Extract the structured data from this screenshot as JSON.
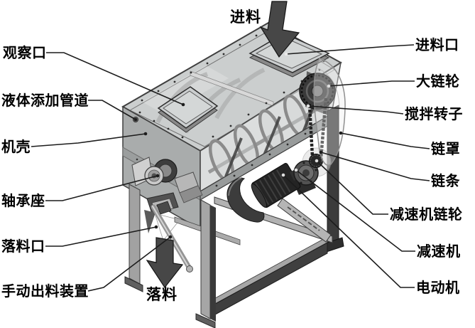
{
  "callouts": {
    "left": [
      {
        "text": "观察口"
      },
      {
        "text": "液体添加管道"
      },
      {
        "text": "机壳"
      },
      {
        "text": "轴承座"
      },
      {
        "text": "落料口"
      },
      {
        "text": "手动出料装置"
      }
    ],
    "right": [
      {
        "text": "进料口"
      },
      {
        "text": "大链轮"
      },
      {
        "text": "搅拌转子"
      },
      {
        "text": "链罩"
      },
      {
        "text": "链条"
      },
      {
        "text": "减速机链轮"
      },
      {
        "text": "减速机"
      },
      {
        "text": "电动机"
      }
    ]
  },
  "flow_labels": {
    "feed": "进料",
    "discharge": "落料"
  },
  "colors": {
    "background": "#ffffff",
    "leader_line": "#1c1c1c",
    "label_text": "#000000",
    "flow_arrow": "#474747"
  }
}
